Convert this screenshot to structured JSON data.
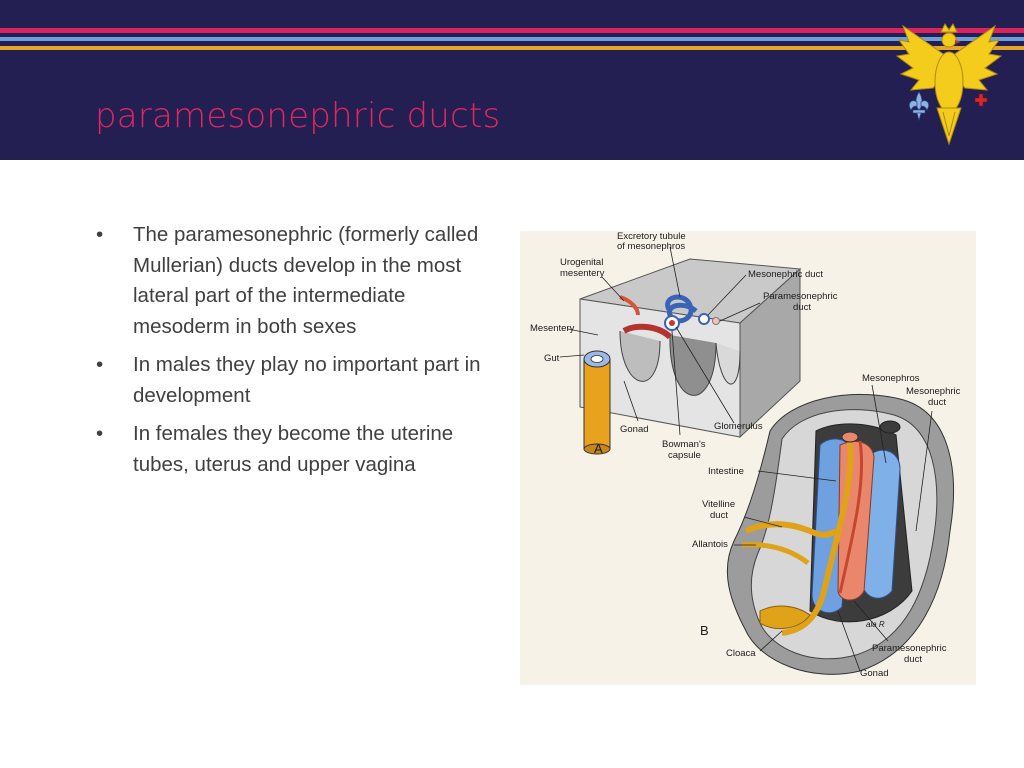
{
  "slide": {
    "title": "paramesonephric ducts",
    "bullets": [
      "The paramesonephric (formerly called Mullerian) ducts develop in the most lateral part of the intermediate mesoderm in both sexes",
      "In males they play no important part in development",
      "In females they become the uterine tubes, uterus and upper vagina"
    ]
  },
  "figure": {
    "labels": {
      "excretory": "Excretory tubule",
      "excretory2": "of mesonephros",
      "urogenital": "Urogenital",
      "urogenital2": "mesentery",
      "mesonephric_duct_a": "Mesonephric duct",
      "paramesonephric_a": "Paramesonephric",
      "paramesonephric_a2": "duct",
      "mesentery": "Mesentery",
      "gut": "Gut",
      "gonad_a": "Gonad",
      "bowmans": "Bowman's",
      "bowmans2": "capsule",
      "glomerulus": "Glomerulus",
      "panel_a": "A",
      "mesonephros": "Mesonephros",
      "mesonephric_b": "Mesonephric",
      "mesonephric_b2": "duct",
      "intestine": "Intestine",
      "vitelline": "Vitelline",
      "vitelline2": "duct",
      "allantois": "Allantois",
      "panel_b": "B",
      "paramesonephric_b": "Paramesonephric",
      "paramesonephric_b2": "duct",
      "cloaca": "Cloaca",
      "gonad_b": "Gonad",
      "signature": "ala R"
    }
  },
  "colors": {
    "header_bg": "#231f52",
    "title": "#e2275f",
    "stripe_pink": "#d9245d",
    "stripe_blue": "#6e9fd8",
    "stripe_gold": "#e3a82a",
    "emblem_gold": "#f3cc1c",
    "body_text": "#404040"
  },
  "icons": {
    "emblem": "eagle-emblem-icon",
    "fleur": "fleur-de-lis-icon",
    "cross": "cross-icon"
  }
}
